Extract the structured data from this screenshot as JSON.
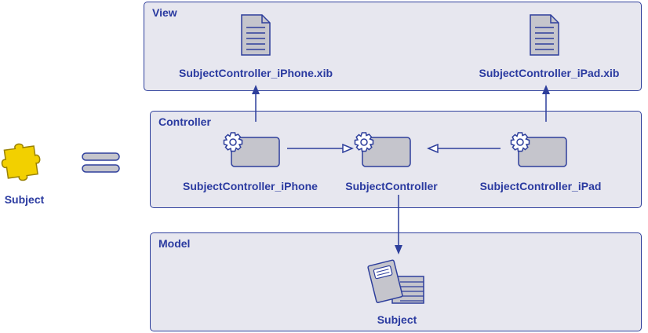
{
  "left": {
    "label": "Subject"
  },
  "view": {
    "title": "View",
    "files": [
      "SubjectController_iPhone.xib",
      "SubjectController_iPad.xib"
    ]
  },
  "controller": {
    "title": "Controller",
    "items": [
      "SubjectController_iPhone",
      "SubjectController",
      "SubjectController_iPad"
    ]
  },
  "model": {
    "title": "Model",
    "item": "Subject"
  },
  "colors": {
    "accent": "#2a3aa0",
    "panel": "#e7e7ef",
    "puzzle": "#f2d000"
  }
}
